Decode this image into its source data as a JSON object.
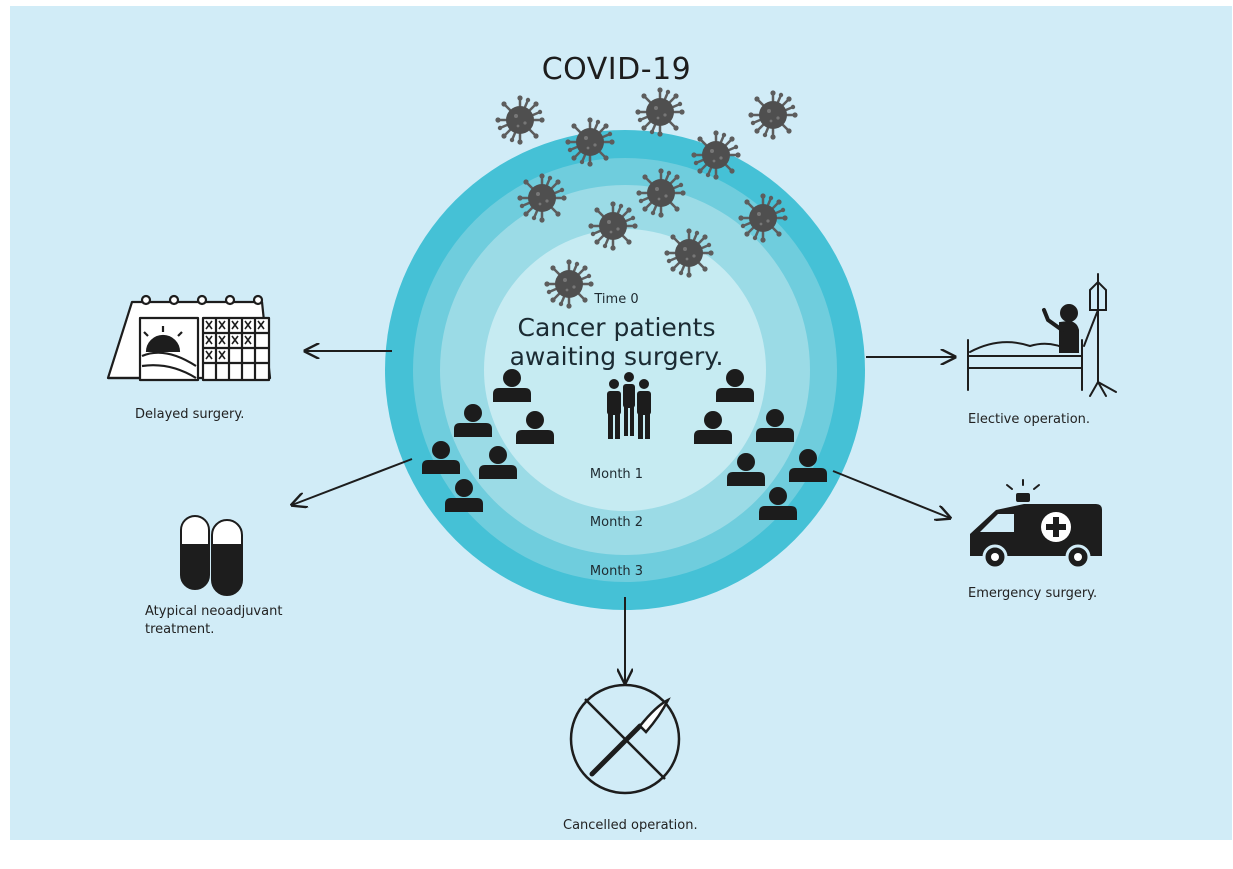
{
  "title": "COVID-19",
  "center": {
    "time_label": "Time 0",
    "line1": "Cancer patients",
    "line2": "awaiting surgery."
  },
  "rings": [
    "Month 1",
    "Month 2",
    "Month 3"
  ],
  "outcomes": {
    "delayed": "Delayed surgery.",
    "neoadjuvant_line1": "Atypical neoadjuvant",
    "neoadjuvant_line2": "treatment.",
    "cancelled": "Cancelled operation.",
    "elective": "Elective operation.",
    "emergency": "Emergency surgery."
  },
  "colors": {
    "background": "#d1ecf7",
    "ring_outer": "#45c1d6",
    "ring_2": "#6fcddd",
    "ring_3": "#9bdbe6",
    "ring_inner": "#c6ebf2",
    "virus": "#5d5d5d",
    "ink": "#1d1d1d"
  }
}
